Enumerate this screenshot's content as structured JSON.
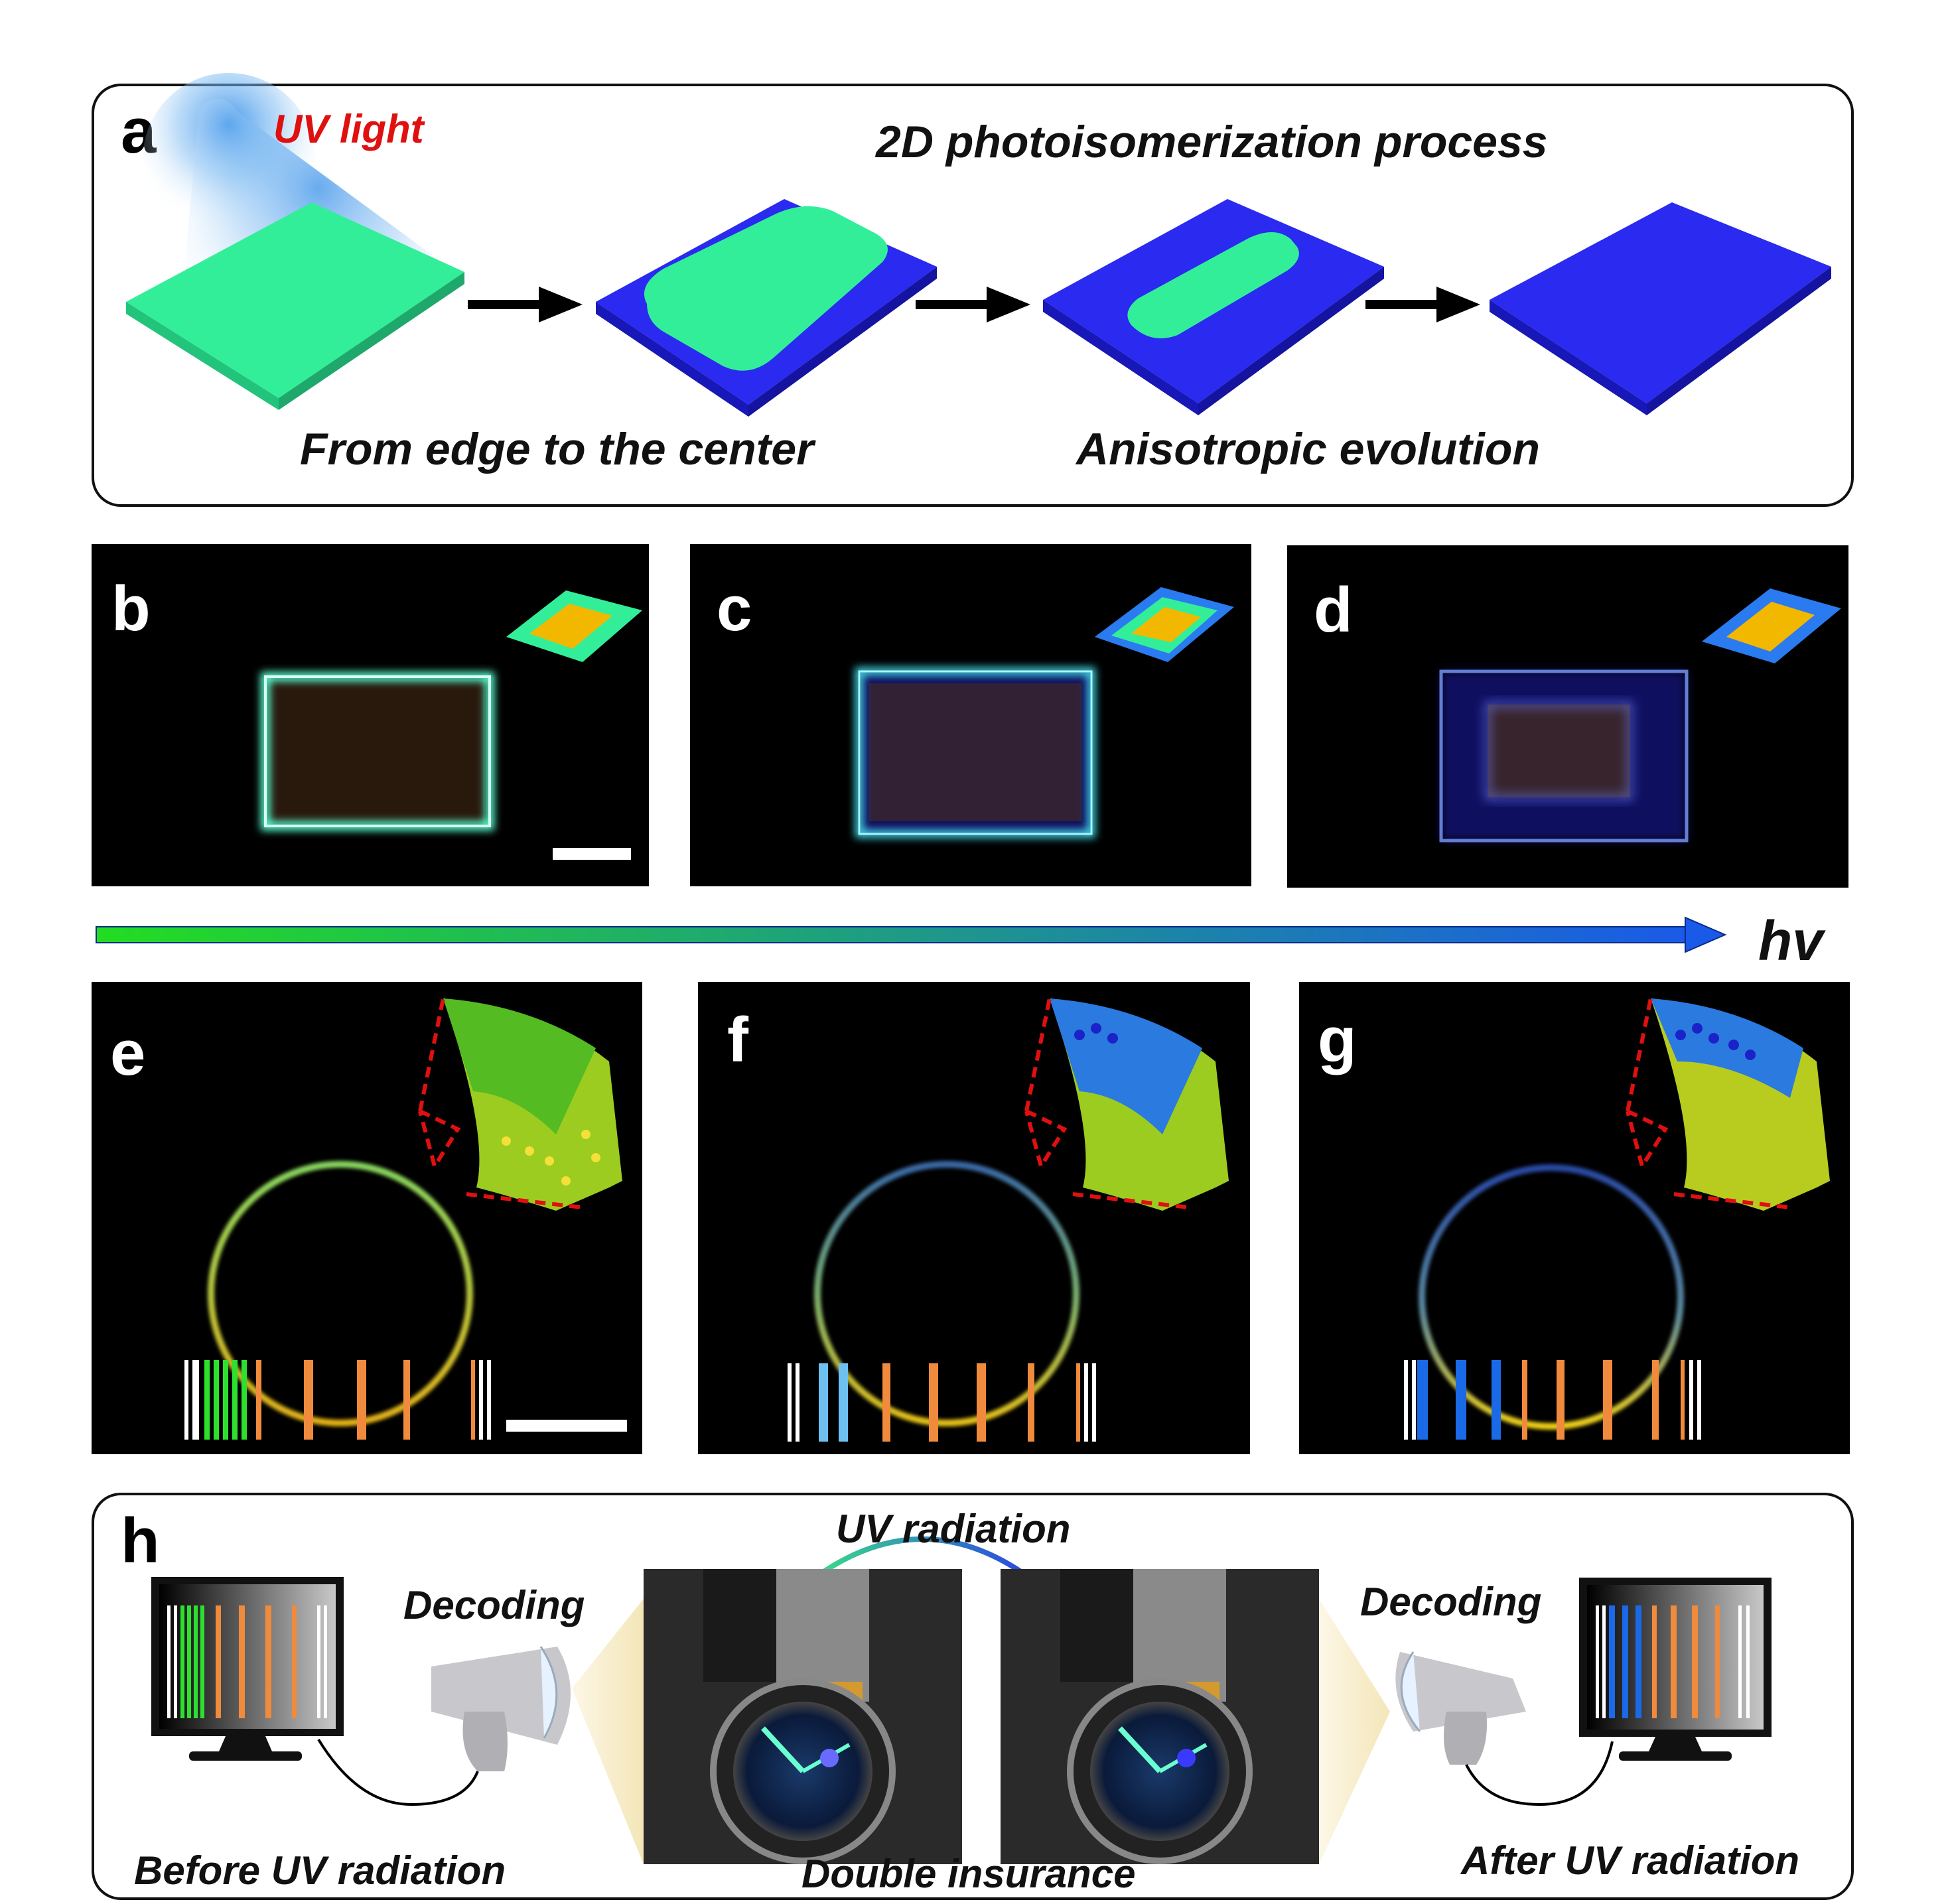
{
  "panel_a": {
    "letter": "a",
    "uv_label": "UV light",
    "title": "2D photoisomerization process",
    "caption_left": "From edge to the center",
    "caption_right": "Anisotropic evolution"
  },
  "panel_b": {
    "letter": "b"
  },
  "panel_c": {
    "letter": "c"
  },
  "panel_d": {
    "letter": "d"
  },
  "arrow": {
    "label": "hv"
  },
  "panel_e": {
    "letter": "e"
  },
  "panel_f": {
    "letter": "f"
  },
  "panel_g": {
    "letter": "g"
  },
  "panel_h": {
    "letter": "h",
    "uv_radiation": "UV radiation",
    "decoding_left": "Decoding",
    "decoding_right": "Decoding",
    "before": "Before UV radiation",
    "middle": "Double insurance",
    "after": "After UV radiation"
  },
  "colors": {
    "green_emission": "#33ee99",
    "blue_state": "#2a2af0",
    "accent_red": "#e01010",
    "barcode_orange": "#f08a3c",
    "barcode_green": "#2ee02e",
    "barcode_blue": "#2a7af0"
  }
}
